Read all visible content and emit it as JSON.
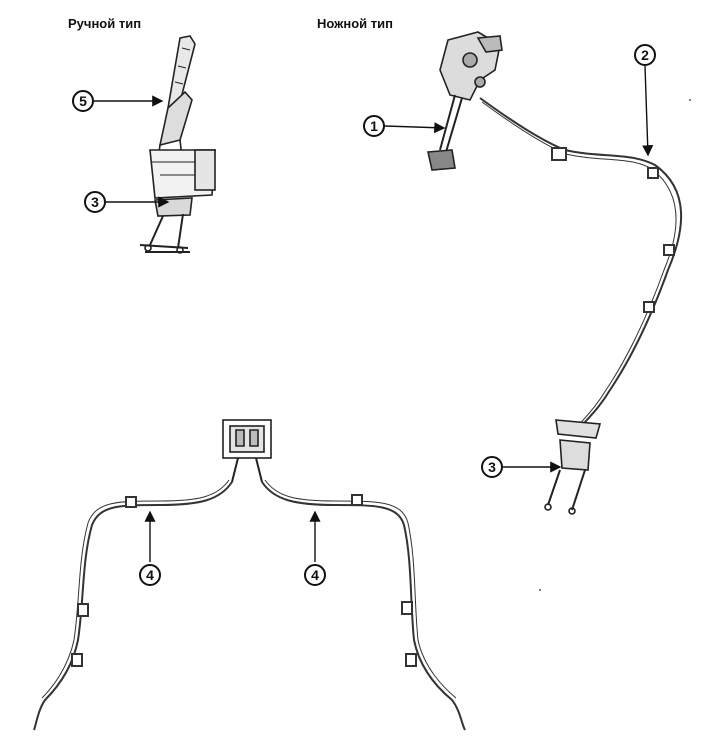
{
  "titles": {
    "manual": "Ручной тип",
    "foot": "Ножной тип"
  },
  "callouts": {
    "manual_lever": "5",
    "manual_equalizer": "3",
    "foot_pedal": "1",
    "front_cable": "2",
    "foot_equalizer": "3",
    "rear_cable_left": "4",
    "rear_cable_right": "4"
  }
}
